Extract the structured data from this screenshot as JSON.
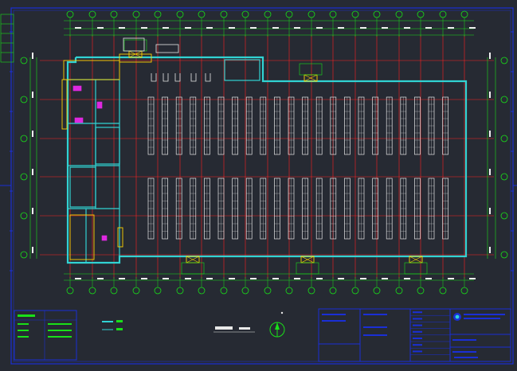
{
  "drawing": {
    "background": "#262a33",
    "colors": {
      "border": "#1a2fd6",
      "grid_axis": "#ff2020",
      "dimension": "#19e019",
      "wall": "#31d3d3",
      "rack": "#e8e8e8",
      "annotation": "#ffd200",
      "highlight": "#ff28ff",
      "white": "#f0f0f0"
    },
    "layout": {
      "axis_columns": 19,
      "axis_rows": 6,
      "rack_columns": 22,
      "rack_rows": 2
    }
  }
}
